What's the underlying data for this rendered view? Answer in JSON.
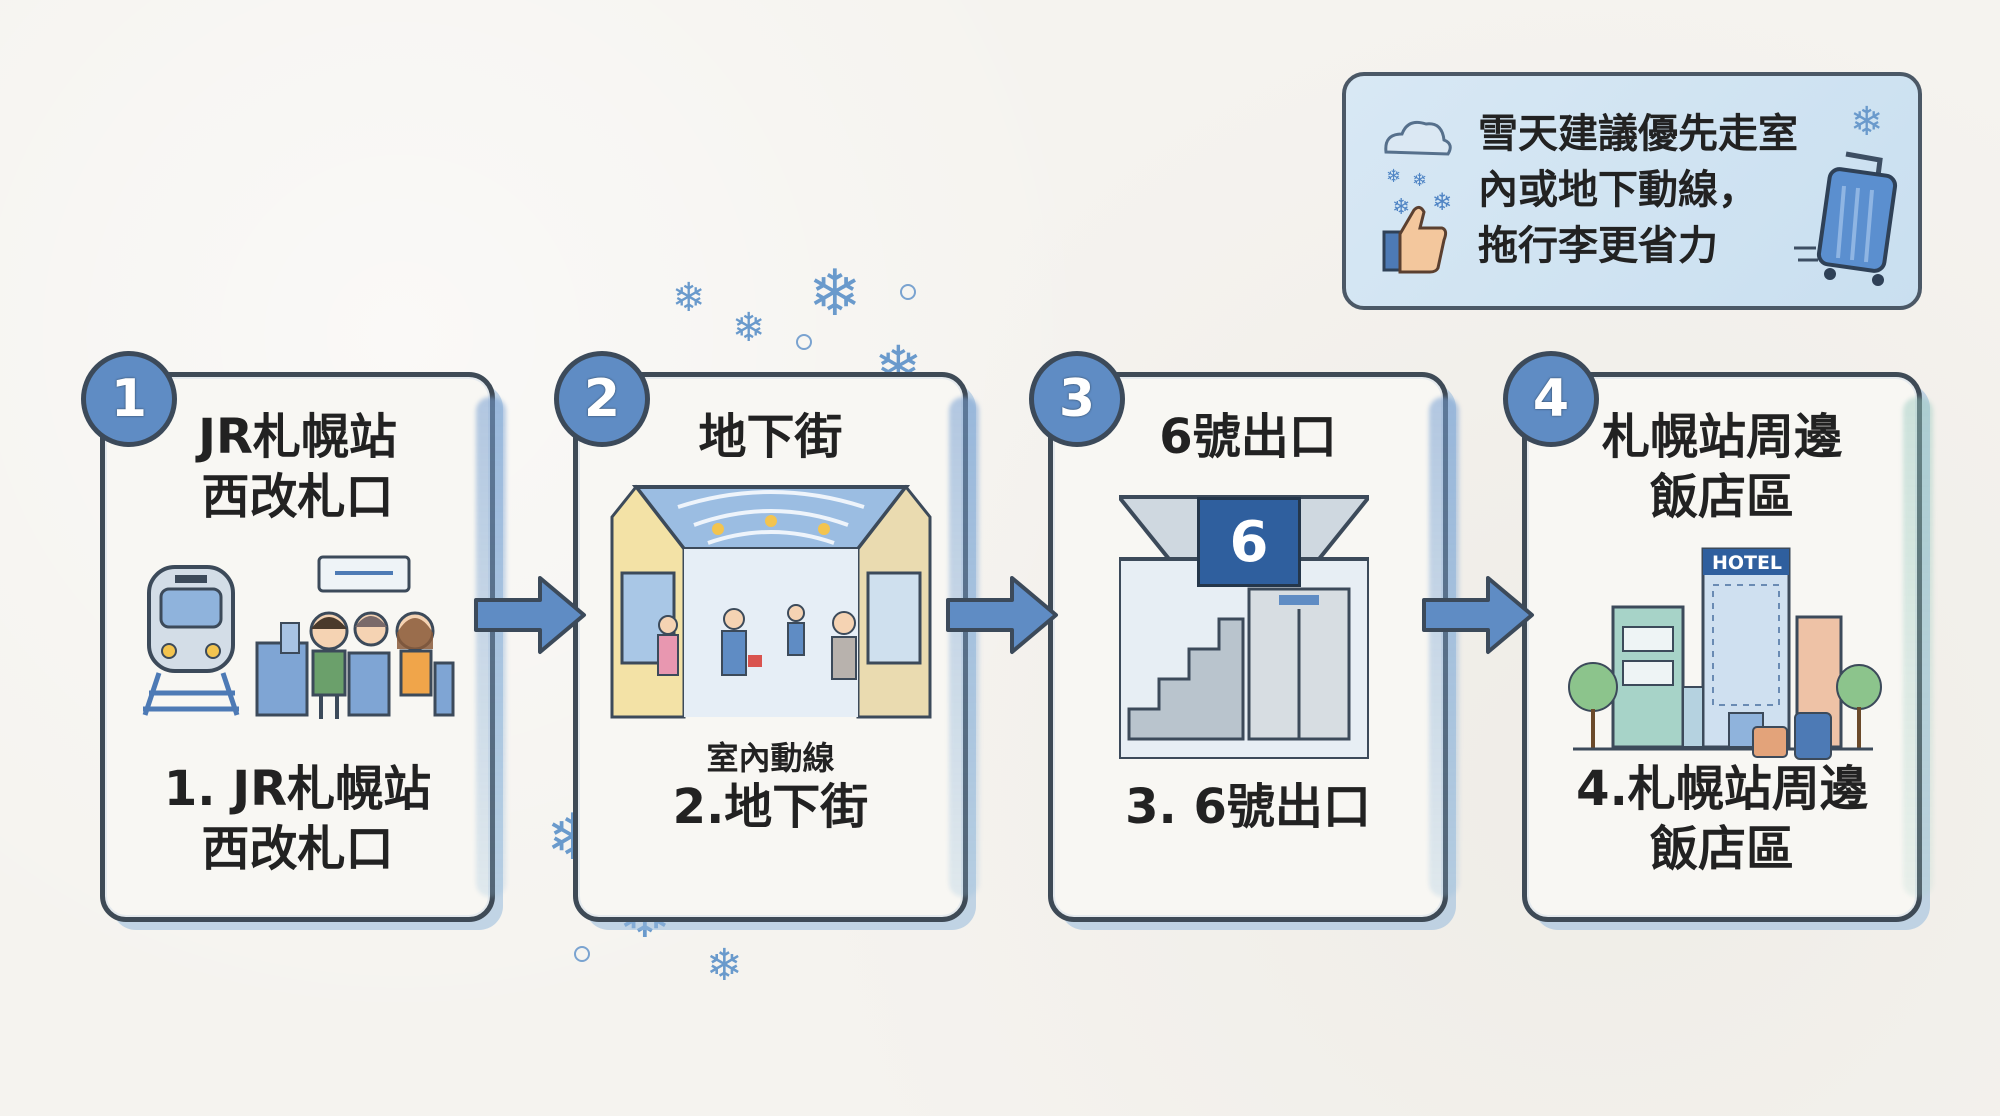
{
  "note": {
    "text": "雪天建議優先走室\n內或地下動線，\n拖行李更省力"
  },
  "steps": [
    {
      "number": "1",
      "title": "JR札幌站\n西改札口",
      "caption": "1. JR札幌站\n西改札口"
    },
    {
      "number": "2",
      "title": "地下街",
      "sublabel": "室內動線",
      "caption": "2.地下街"
    },
    {
      "number": "3",
      "title": "6號出口",
      "sign": "6",
      "caption": "3. 6號出口"
    },
    {
      "number": "4",
      "title": "札幌站周邊\n飯店區",
      "hotel_sign": "HOTEL",
      "caption": "4.札幌站周邊\n飯店區"
    }
  ],
  "icons": {
    "snowflake": "snowflake-icon",
    "cloud": "cloud-icon",
    "thumbs_up": "thumbs-up-icon",
    "luggage": "luggage-icon",
    "arrow": "arrow-right-icon"
  },
  "colors": {
    "accent_blue": "#5f8cc4",
    "outline": "#3e4a56",
    "paper": "#f5f3ef"
  }
}
